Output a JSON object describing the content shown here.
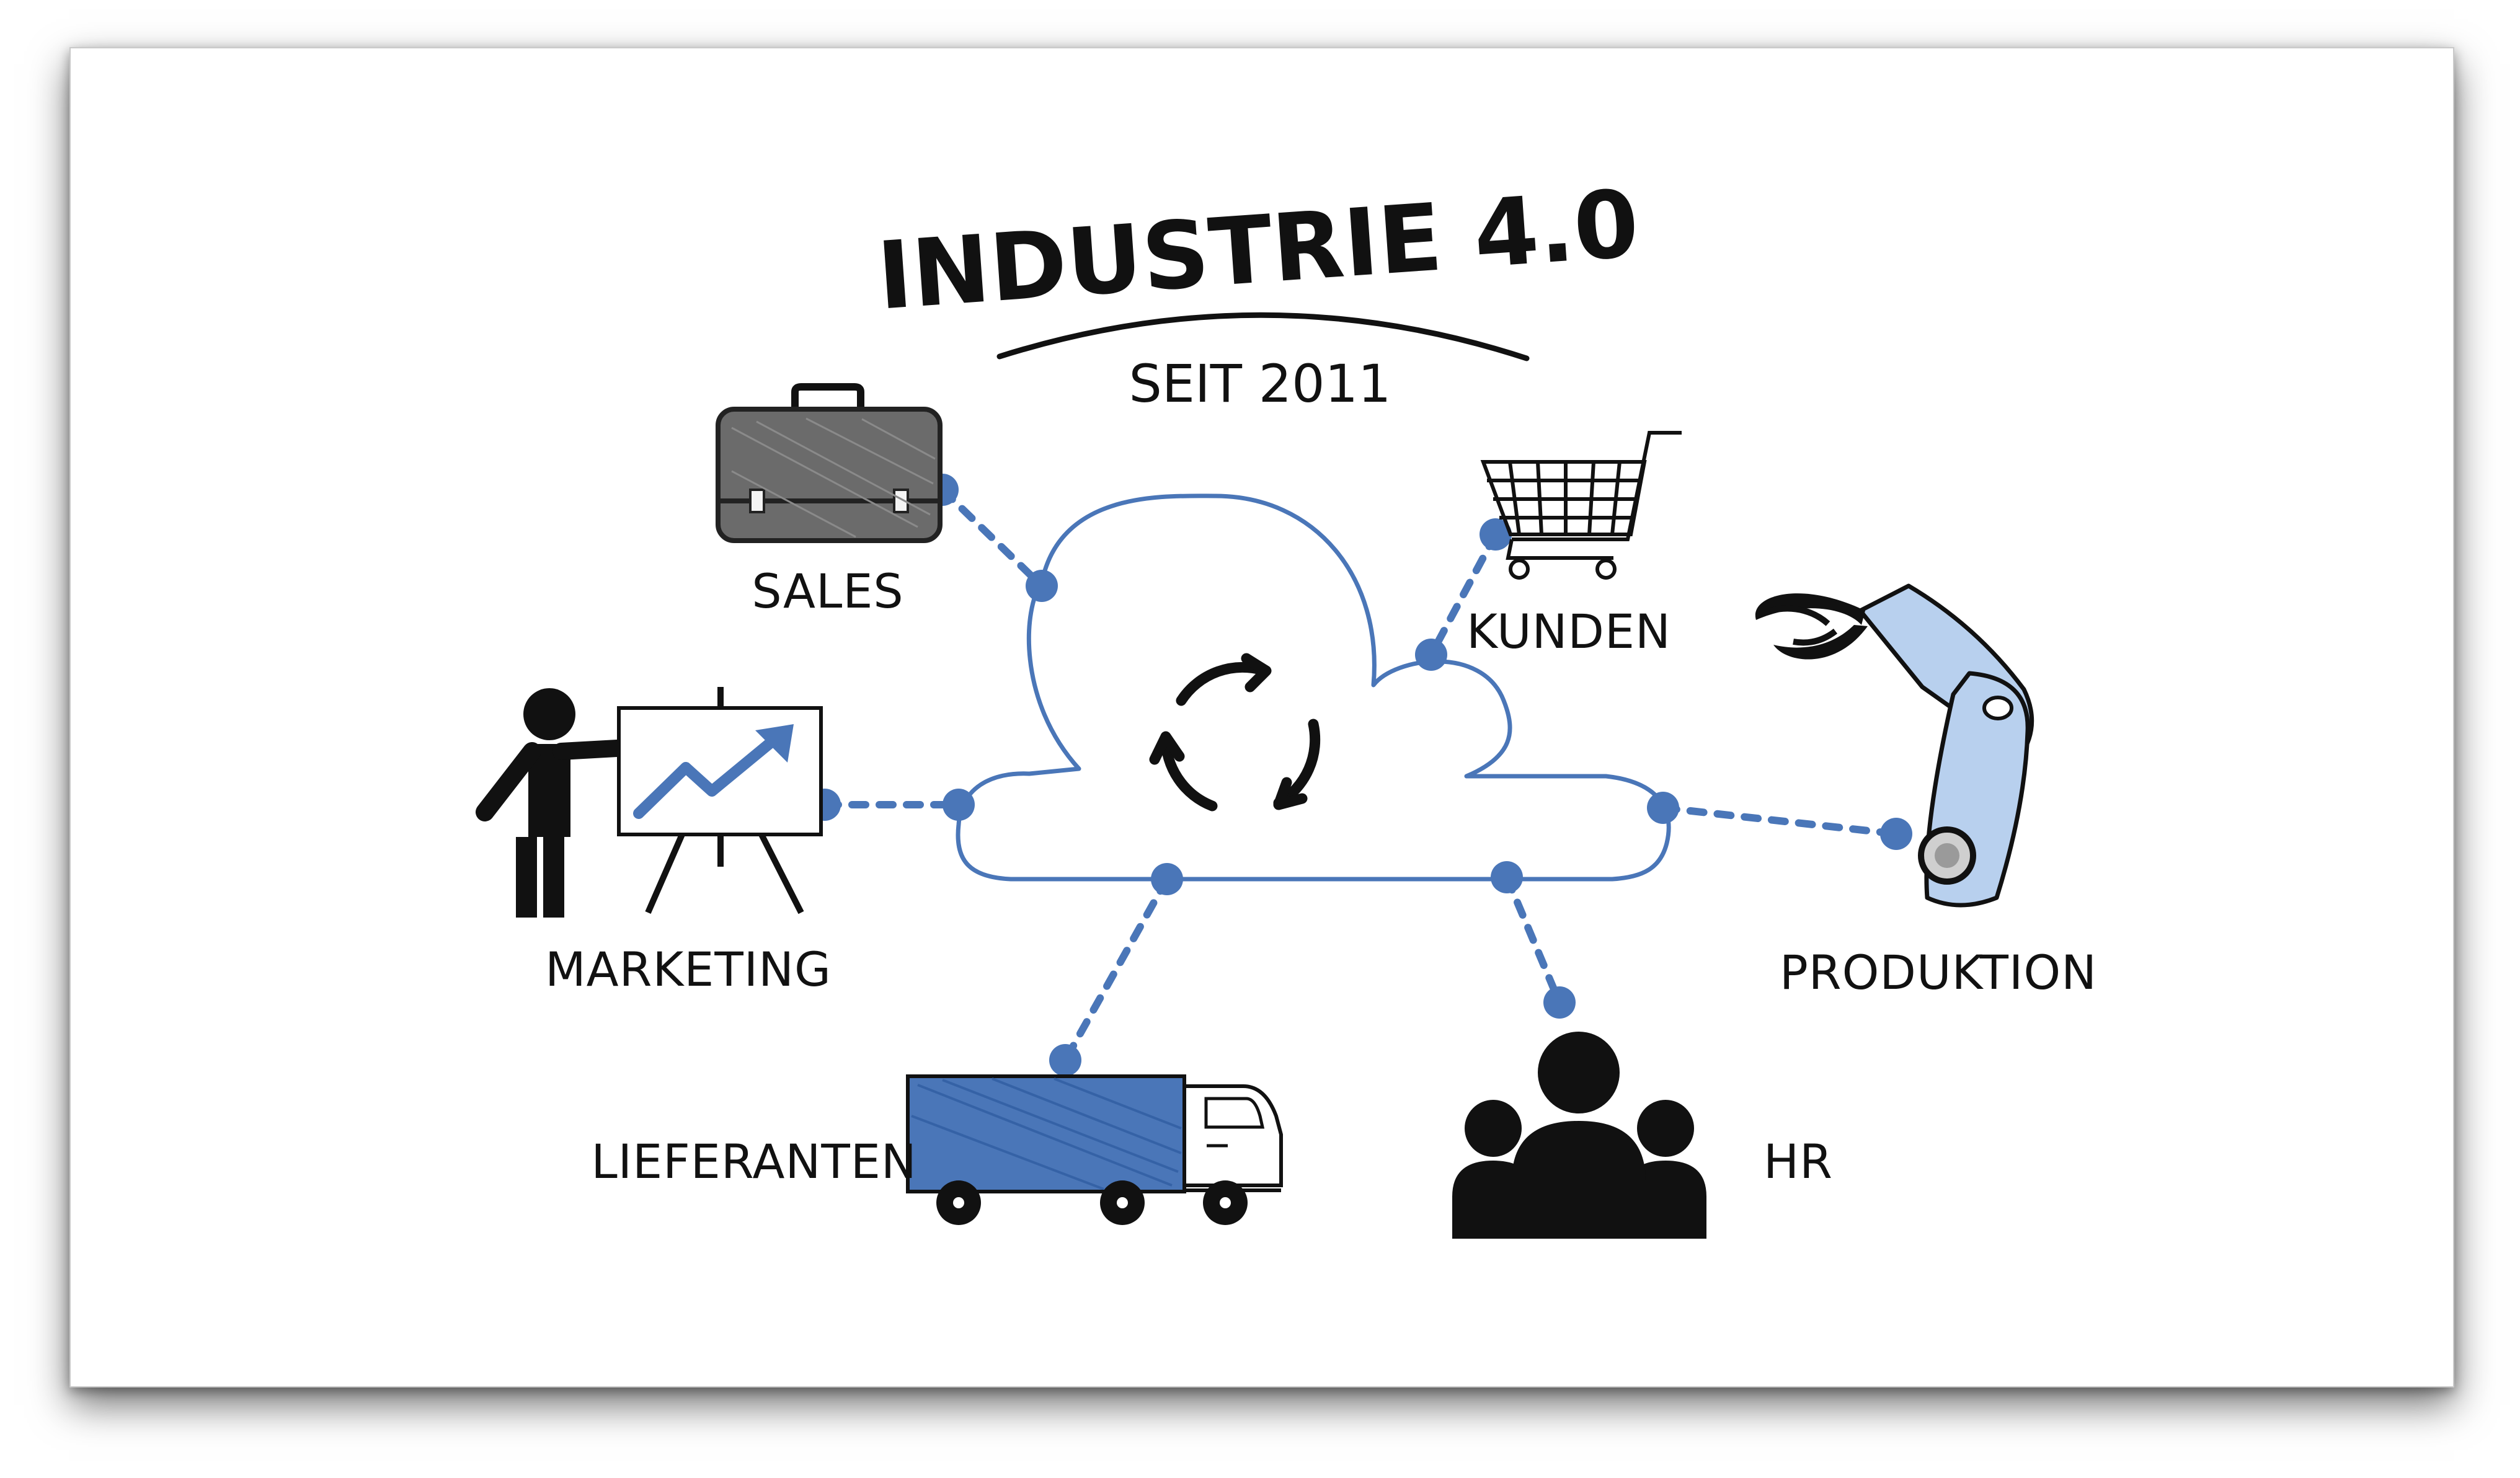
{
  "title": "INDUSTRIE 4.0",
  "subtitle": "SEIT 2011",
  "accent_color": "#4a76b8",
  "icons": {
    "center": "recycle-arrows-icon",
    "sales": "briefcase-icon",
    "marketing": "presenter-chart-icon",
    "kunden": "shopping-cart-icon",
    "produktion": "robot-arm-icon",
    "lieferanten": "truck-icon",
    "hr": "team-icon"
  },
  "nodes": {
    "sales": "SALES",
    "marketing": "MARKETING",
    "kunden": "KUNDEN",
    "produktion": "PRODUKTION",
    "lieferanten": "LIEFERANTEN",
    "hr": "HR"
  }
}
